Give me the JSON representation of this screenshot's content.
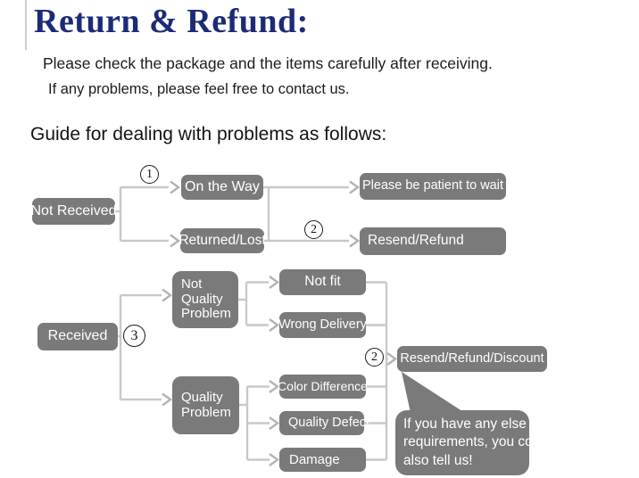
{
  "header": {
    "title": "Return & Refund:",
    "subtitle1": "Please check the package and the items carefully after receiving.",
    "subtitle2": "If any problems, please feel free to contact us.",
    "guide": "Guide for dealing with problems as follows:"
  },
  "colors": {
    "title_navy": "#1b2b77",
    "node_gray": "#7a7a7a",
    "connector_gray": "#c9c9c9",
    "node_text": "#ffffff"
  },
  "flow": {
    "nodes": {
      "not_received": "Not Received",
      "on_the_way": "On the Way",
      "returned_lost": "Returned/Lost",
      "patient_wait": "Please be patient to wait",
      "resend_refund": "Resend/Refund",
      "received": "Received",
      "not_quality": {
        "l1": "Not",
        "l2": "Quality",
        "l3": "Problem"
      },
      "not_fit": "Not fit",
      "wrong_delivery": "Wrong Delivery",
      "quality_problem": {
        "l1": "Quality",
        "l2": "Problem"
      },
      "color_difference": "Color Difference",
      "quality_defect": "Quality Defect",
      "damage": "Damage",
      "resend_refund_discount": "Resend/Refund/Discount"
    },
    "steps": {
      "s1": "1",
      "s2_top": "2",
      "s3": "3",
      "s2_bottom": "2"
    },
    "bubble": {
      "l1": "If you have any else",
      "l2": "requirements, you could",
      "l3": "also tell us!"
    }
  }
}
